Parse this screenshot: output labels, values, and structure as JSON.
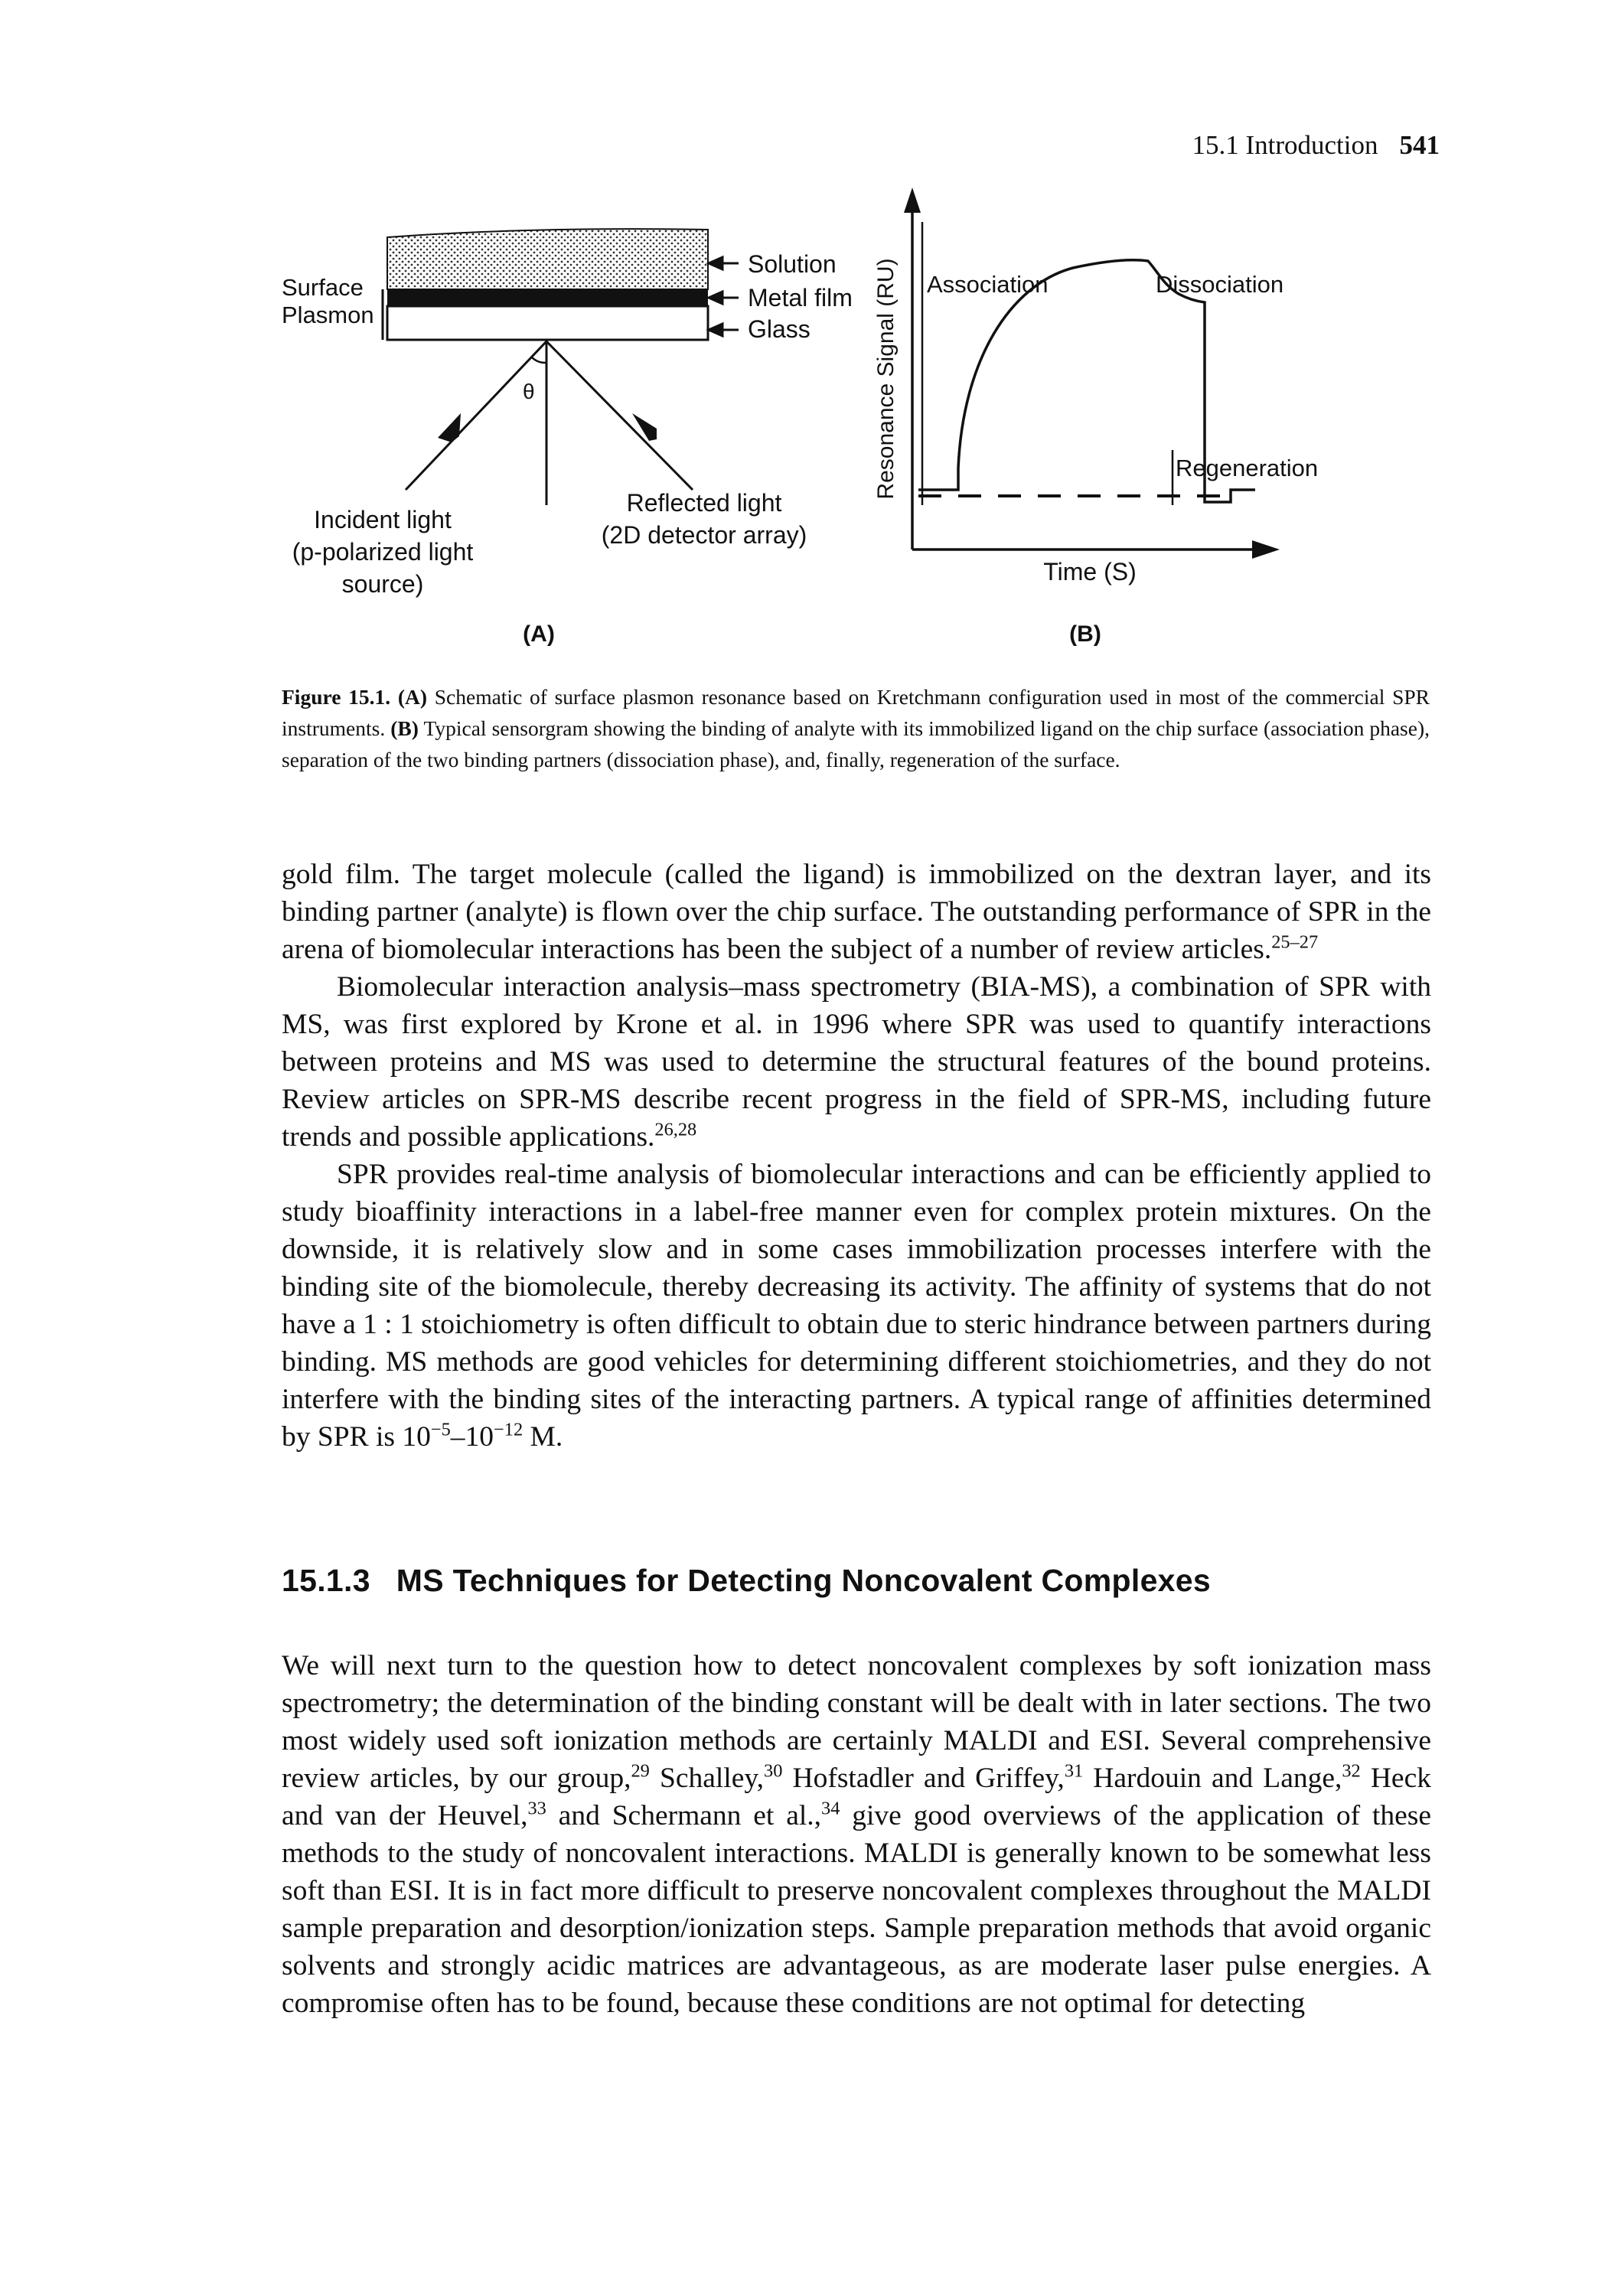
{
  "header": {
    "section": "15.1 Introduction",
    "page_number": "541"
  },
  "figure": {
    "panel_a": {
      "tag": "(A)",
      "surface_label": "Surface",
      "plasmon_label": "Plasmon",
      "solution_label": "Solution",
      "metal_label": "Metal film",
      "glass_label": "Glass",
      "theta": "θ",
      "incident_1": "Incident light",
      "incident_2": "(p-polarized light",
      "incident_3": "source)",
      "reflected_1": "Reflected light",
      "reflected_2": "(2D detector array)"
    },
    "panel_b": {
      "tag": "(B)",
      "ylabel": "Resonance Signal (RU)",
      "xlabel": "Time (S)",
      "association": "Association",
      "dissociation": "Dissociation",
      "regeneration": "Regeneration"
    }
  },
  "caption": {
    "label": "Figure 15.1.",
    "a_tag": "(A)",
    "a_text": "Schematic of surface plasmon resonance based on Kretchmann configuration used in most of the commercial SPR instruments.",
    "b_tag": "(B)",
    "b_text": "Typical sensorgram showing the binding of analyte with its immobilized ligand on the chip surface (association phase), separation of the two binding partners (dissociation phase), and, finally, regeneration of the surface."
  },
  "body1": {
    "p1_text": "gold film. The target molecule (called the ligand) is immobilized on the dextran layer, and its binding partner (analyte) is flown over the chip surface. The outstanding performance of SPR in the arena of biomolecular interactions has been the subject of a number of review articles.",
    "p1_ref": "25–27",
    "p2_text": "Biomolecular interaction analysis–mass spectrometry (BIA-MS), a combination of SPR with MS, was first explored by Krone et al. in 1996 where SPR was used to quantify interactions between proteins and MS was used to determine the structural features of the bound proteins. Review articles on SPR-MS describe recent progress in the field of SPR-MS, including future trends and possible applications.",
    "p2_ref": "26,28",
    "p3_text": "SPR provides real-time analysis of biomolecular interactions and can be efficiently applied to study bioaffinity interactions in a label-free manner even for complex protein mixtures. On the downside, it is relatively slow and in some cases immobilization processes interfere with the binding site of the biomolecule, thereby decreasing its activity. The affinity of systems that do not have a 1 : 1 stoichiometry is often difficult to obtain due to steric hindrance between partners during binding. MS methods are good vehicles for determining different stoichiometries, and they do not interfere with the binding sites of the interacting partners. A typical range of affinities determined by SPR is 10",
    "p3_exp1": "−5",
    "p3_dash": "–10",
    "p3_exp2": "−12",
    "p3_end": " M."
  },
  "section": {
    "number": "15.1.3",
    "title": "MS Techniques for Detecting Noncovalent Complexes"
  },
  "body2": {
    "t1": "We will next turn to the question how to detect noncovalent complexes by soft ionization mass spectrometry; the determination of the binding constant will be dealt with in later sections. The two most widely used soft ionization methods are certainly MALDI and ESI. Several comprehensive review articles, by our group,",
    "r1": "29",
    "t2": " Schalley,",
    "r2": "30",
    "t3": " Hofstadler and Griffey,",
    "r3": "31",
    "t4": " Hardouin and Lange,",
    "r4": "32",
    "t5": " Heck and van der Heuvel,",
    "r5": "33",
    "t6": " and Schermann et al.,",
    "r6": "34",
    "t7": " give good overviews of the application of these methods to the study of noncovalent interactions. MALDI is generally known to be somewhat less soft than ESI. It is in fact more difficult to preserve noncovalent complexes throughout the MALDI sample preparation and desorption/ionization steps. Sample preparation methods that avoid organic solvents and strongly acidic matrices are advantageous, as are moderate laser pulse energies. A compromise often has to be found, because these conditions are not optimal for detecting"
  }
}
